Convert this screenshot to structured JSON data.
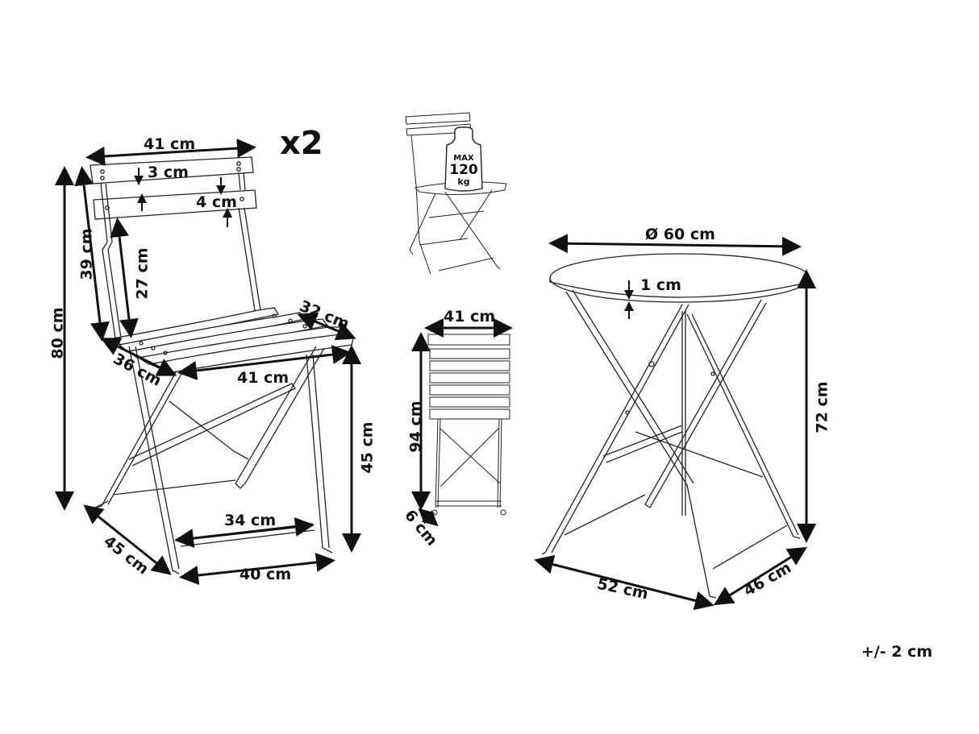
{
  "chair": {
    "quantity": "x2",
    "backrest_width": "41 cm",
    "top_slat_height": "3 cm",
    "slat_gap": "4 cm",
    "backrest_height": "39 cm",
    "backrest_leg_gap": "27 cm",
    "total_height": "80 cm",
    "seat_depth_top": "32 cm",
    "seat_depth": "36 cm",
    "seat_width": "41 cm",
    "seat_height": "45 cm",
    "rail_width": "34 cm",
    "base_depth": "45 cm",
    "base_width": "40 cm"
  },
  "load_chair": {
    "weight_top": "MAX",
    "weight_value": "120",
    "weight_unit": "kg"
  },
  "folded_chair": {
    "width": "41 cm",
    "height": "94 cm",
    "depth": "6 cm"
  },
  "table": {
    "diameter": "Ø 60 cm",
    "top_thickness": "1 cm",
    "height": "72 cm",
    "base_width": "52 cm",
    "base_depth": "46 cm"
  },
  "tolerance": "+/- 2 cm"
}
